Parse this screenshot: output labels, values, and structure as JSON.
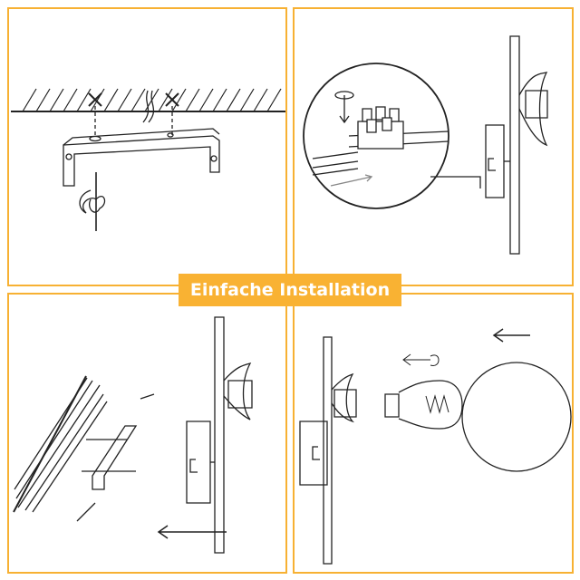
{
  "banner": {
    "title": "Einfache Installation"
  },
  "colors": {
    "accent": "#F9B233",
    "line": "#222222"
  },
  "steps": [
    {
      "name": "mount-bracket-to-ceiling"
    },
    {
      "name": "connect-wires-terminal-block"
    },
    {
      "name": "screw-bracket-to-wall"
    },
    {
      "name": "insert-bulb-attach-globe"
    }
  ]
}
